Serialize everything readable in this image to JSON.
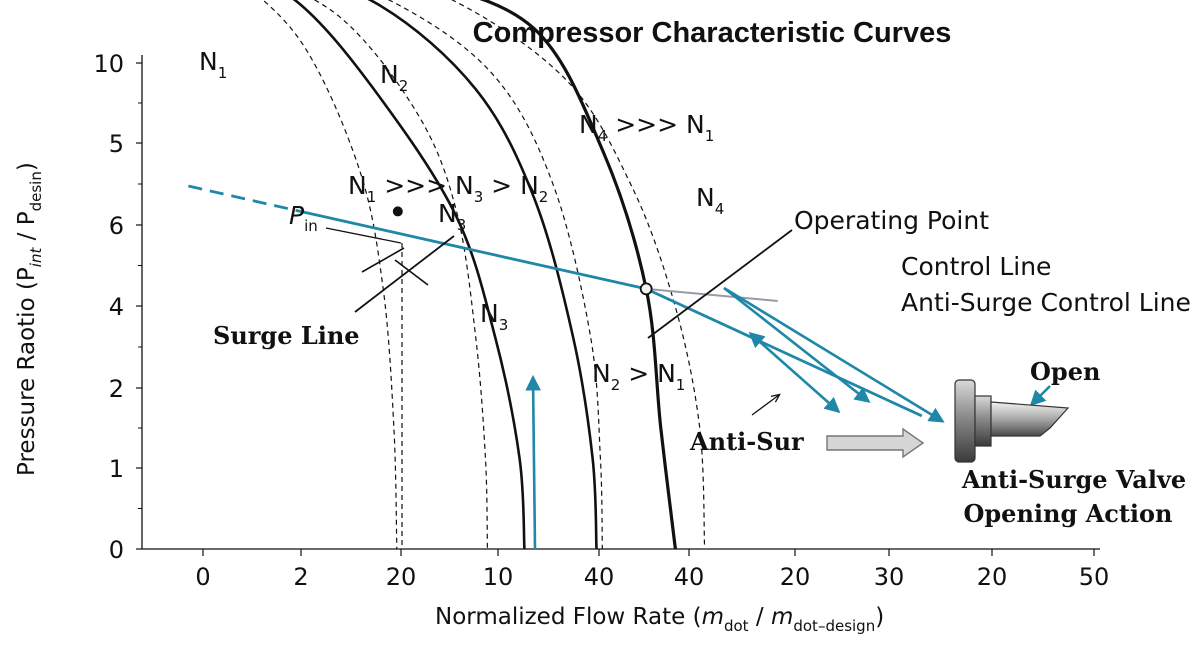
{
  "chart_data": {
    "type": "line",
    "title": "Compressor Characteristic Curves",
    "xlabel": {
      "main": "Normalized Flow Rate (",
      "m1": "m",
      "s1": "dot",
      "slash": " / ",
      "m2": "m",
      "s2": "dot–design",
      "close": ")"
    },
    "ylabel": {
      "main": "Pressure Raotio (P",
      "s1": "int",
      "mid": " / P",
      "s2": "desin",
      "close": ")"
    },
    "x_tick_labels": [
      "0",
      "2",
      "20",
      "10",
      "40",
      "40",
      "20",
      "30",
      "20",
      "50"
    ],
    "y_tick_labels": [
      "10",
      "5",
      "6",
      "4",
      "2",
      "1",
      "0"
    ],
    "grid": false,
    "series": [
      {
        "name": "N1",
        "style": "dashed",
        "points": [
          [
            -1.5,
            9.8
          ],
          [
            2,
            9.6
          ],
          [
            10,
            8.4
          ],
          [
            16,
            6.3
          ],
          [
            18.5,
            4.3
          ],
          [
            19.6,
            2.0
          ],
          [
            19.9,
            0
          ]
        ]
      },
      {
        "name": "N1",
        "style": "solid",
        "points": [
          [
            -1.5,
            9.85
          ],
          [
            2,
            9.7
          ],
          [
            10,
            9.0
          ],
          [
            18,
            7.5
          ],
          [
            26,
            5.5
          ],
          [
            30,
            3.5
          ],
          [
            32.5,
            1.5
          ],
          [
            33,
            0
          ]
        ]
      },
      {
        "name": "N2",
        "style": "dashed",
        "points": [
          [
            -1.5,
            9.85
          ],
          [
            4,
            9.6
          ],
          [
            14,
            8.8
          ],
          [
            22,
            7.2
          ],
          [
            26,
            5.6
          ],
          [
            28,
            3.5
          ],
          [
            29,
            1.5
          ],
          [
            29.2,
            0
          ]
        ]
      },
      {
        "name": "N3",
        "style": "solid",
        "points": [
          [
            -1.5,
            9.85
          ],
          [
            6,
            9.7
          ],
          [
            18,
            9.0
          ],
          [
            28,
            7.6
          ],
          [
            34,
            5.8
          ],
          [
            38,
            3.5
          ],
          [
            40,
            1.5
          ],
          [
            40.4,
            0
          ]
        ]
      },
      {
        "name": "N3",
        "style": "dashed",
        "points": [
          [
            -1.5,
            9.85
          ],
          [
            8,
            9.7
          ],
          [
            20,
            9.0
          ],
          [
            30,
            7.8
          ],
          [
            36,
            6.0
          ],
          [
            39.8,
            3.5
          ],
          [
            40.8,
            1.5
          ],
          [
            41,
            0
          ]
        ]
      },
      {
        "name": "N4",
        "style": "solid",
        "points": [
          [
            -1.5,
            9.85
          ],
          [
            8,
            9.8
          ],
          [
            22,
            9.4
          ],
          [
            34,
            8.6
          ],
          [
            41,
            6.6
          ],
          [
            45.5,
            4.3
          ],
          [
            47,
            2.0
          ],
          [
            48.5,
            0
          ]
        ]
      },
      {
        "name": "N4",
        "style": "dashed",
        "points": [
          [
            -1.5,
            9.85
          ],
          [
            10,
            9.8
          ],
          [
            24,
            9.2
          ],
          [
            37,
            7.8
          ],
          [
            44,
            6.0
          ],
          [
            48.5,
            4.0
          ],
          [
            51,
            2.0
          ],
          [
            51.5,
            0
          ]
        ]
      }
    ],
    "lines": [
      {
        "name": "Surge Line",
        "color": "#1f87a8",
        "style": "dashed",
        "points": [
          [
            -1.5,
            6.0
          ],
          [
            10,
            5.58
          ]
        ]
      },
      {
        "name": "Surge Line",
        "color": "#1f87a8",
        "style": "solid",
        "points": [
          [
            10,
            5.58
          ],
          [
            45.5,
            4.3
          ]
        ]
      },
      {
        "name": "Anti-Surge Control Line",
        "color": "#9a9aa8",
        "style": "solid",
        "points": [
          [
            45.5,
            4.3
          ],
          [
            59,
            4.1
          ]
        ]
      },
      {
        "name": "Control Line",
        "color": "#1f87a8",
        "style": "solid",
        "points": [
          [
            45.5,
            4.3
          ],
          [
            73.8,
            2.2
          ]
        ]
      }
    ],
    "points": [
      {
        "name": "P_in",
        "x": 20,
        "y": 5.58
      },
      {
        "name": "Operating Point",
        "x": 45.5,
        "y": 4.3
      }
    ],
    "labels": {
      "n1_top": "N",
      "n1_top_sub": "1",
      "n2_top": "N",
      "n2_top_sub": "2",
      "n4_rel_a": "N",
      "n4_rel_sub": "4",
      "n4_rel_b": " >>> N",
      "n4_rel_sub2": "1",
      "rel_a": "N",
      "rel_a_sub": "1",
      "rel_b": " >>> N",
      "rel_b_sub": "3",
      "rel_c": " > N",
      "rel_c_sub": "2",
      "n3_mid": "N",
      "n3_mid_sub": "3",
      "n4_mid": "N",
      "n4_mid_sub": "4",
      "n3_low": "N",
      "n3_low_sub": "3",
      "n2n1_a": "N",
      "n2n1_sub": "2",
      "n2n1_b": " > N",
      "n2n1_sub2": "1",
      "pin": "P",
      "pin_sub": "in",
      "operating_point": "Operating Point",
      "control_line": "Control Line",
      "anti_surge_control_line": "Anti-Surge Control Line",
      "open": "Open",
      "surge_line": "Surge Line",
      "anti_sur": "Anti-Sur",
      "valve_line1": "Anti-Surge Valve",
      "valve_line2": "Opening Action"
    },
    "colors": {
      "accent": "#1f87a8",
      "curve": "#111111",
      "control": "#9a9aa8"
    },
    "icons": [
      "anti-surge-valve-icon",
      "right-arrow-icon"
    ]
  }
}
